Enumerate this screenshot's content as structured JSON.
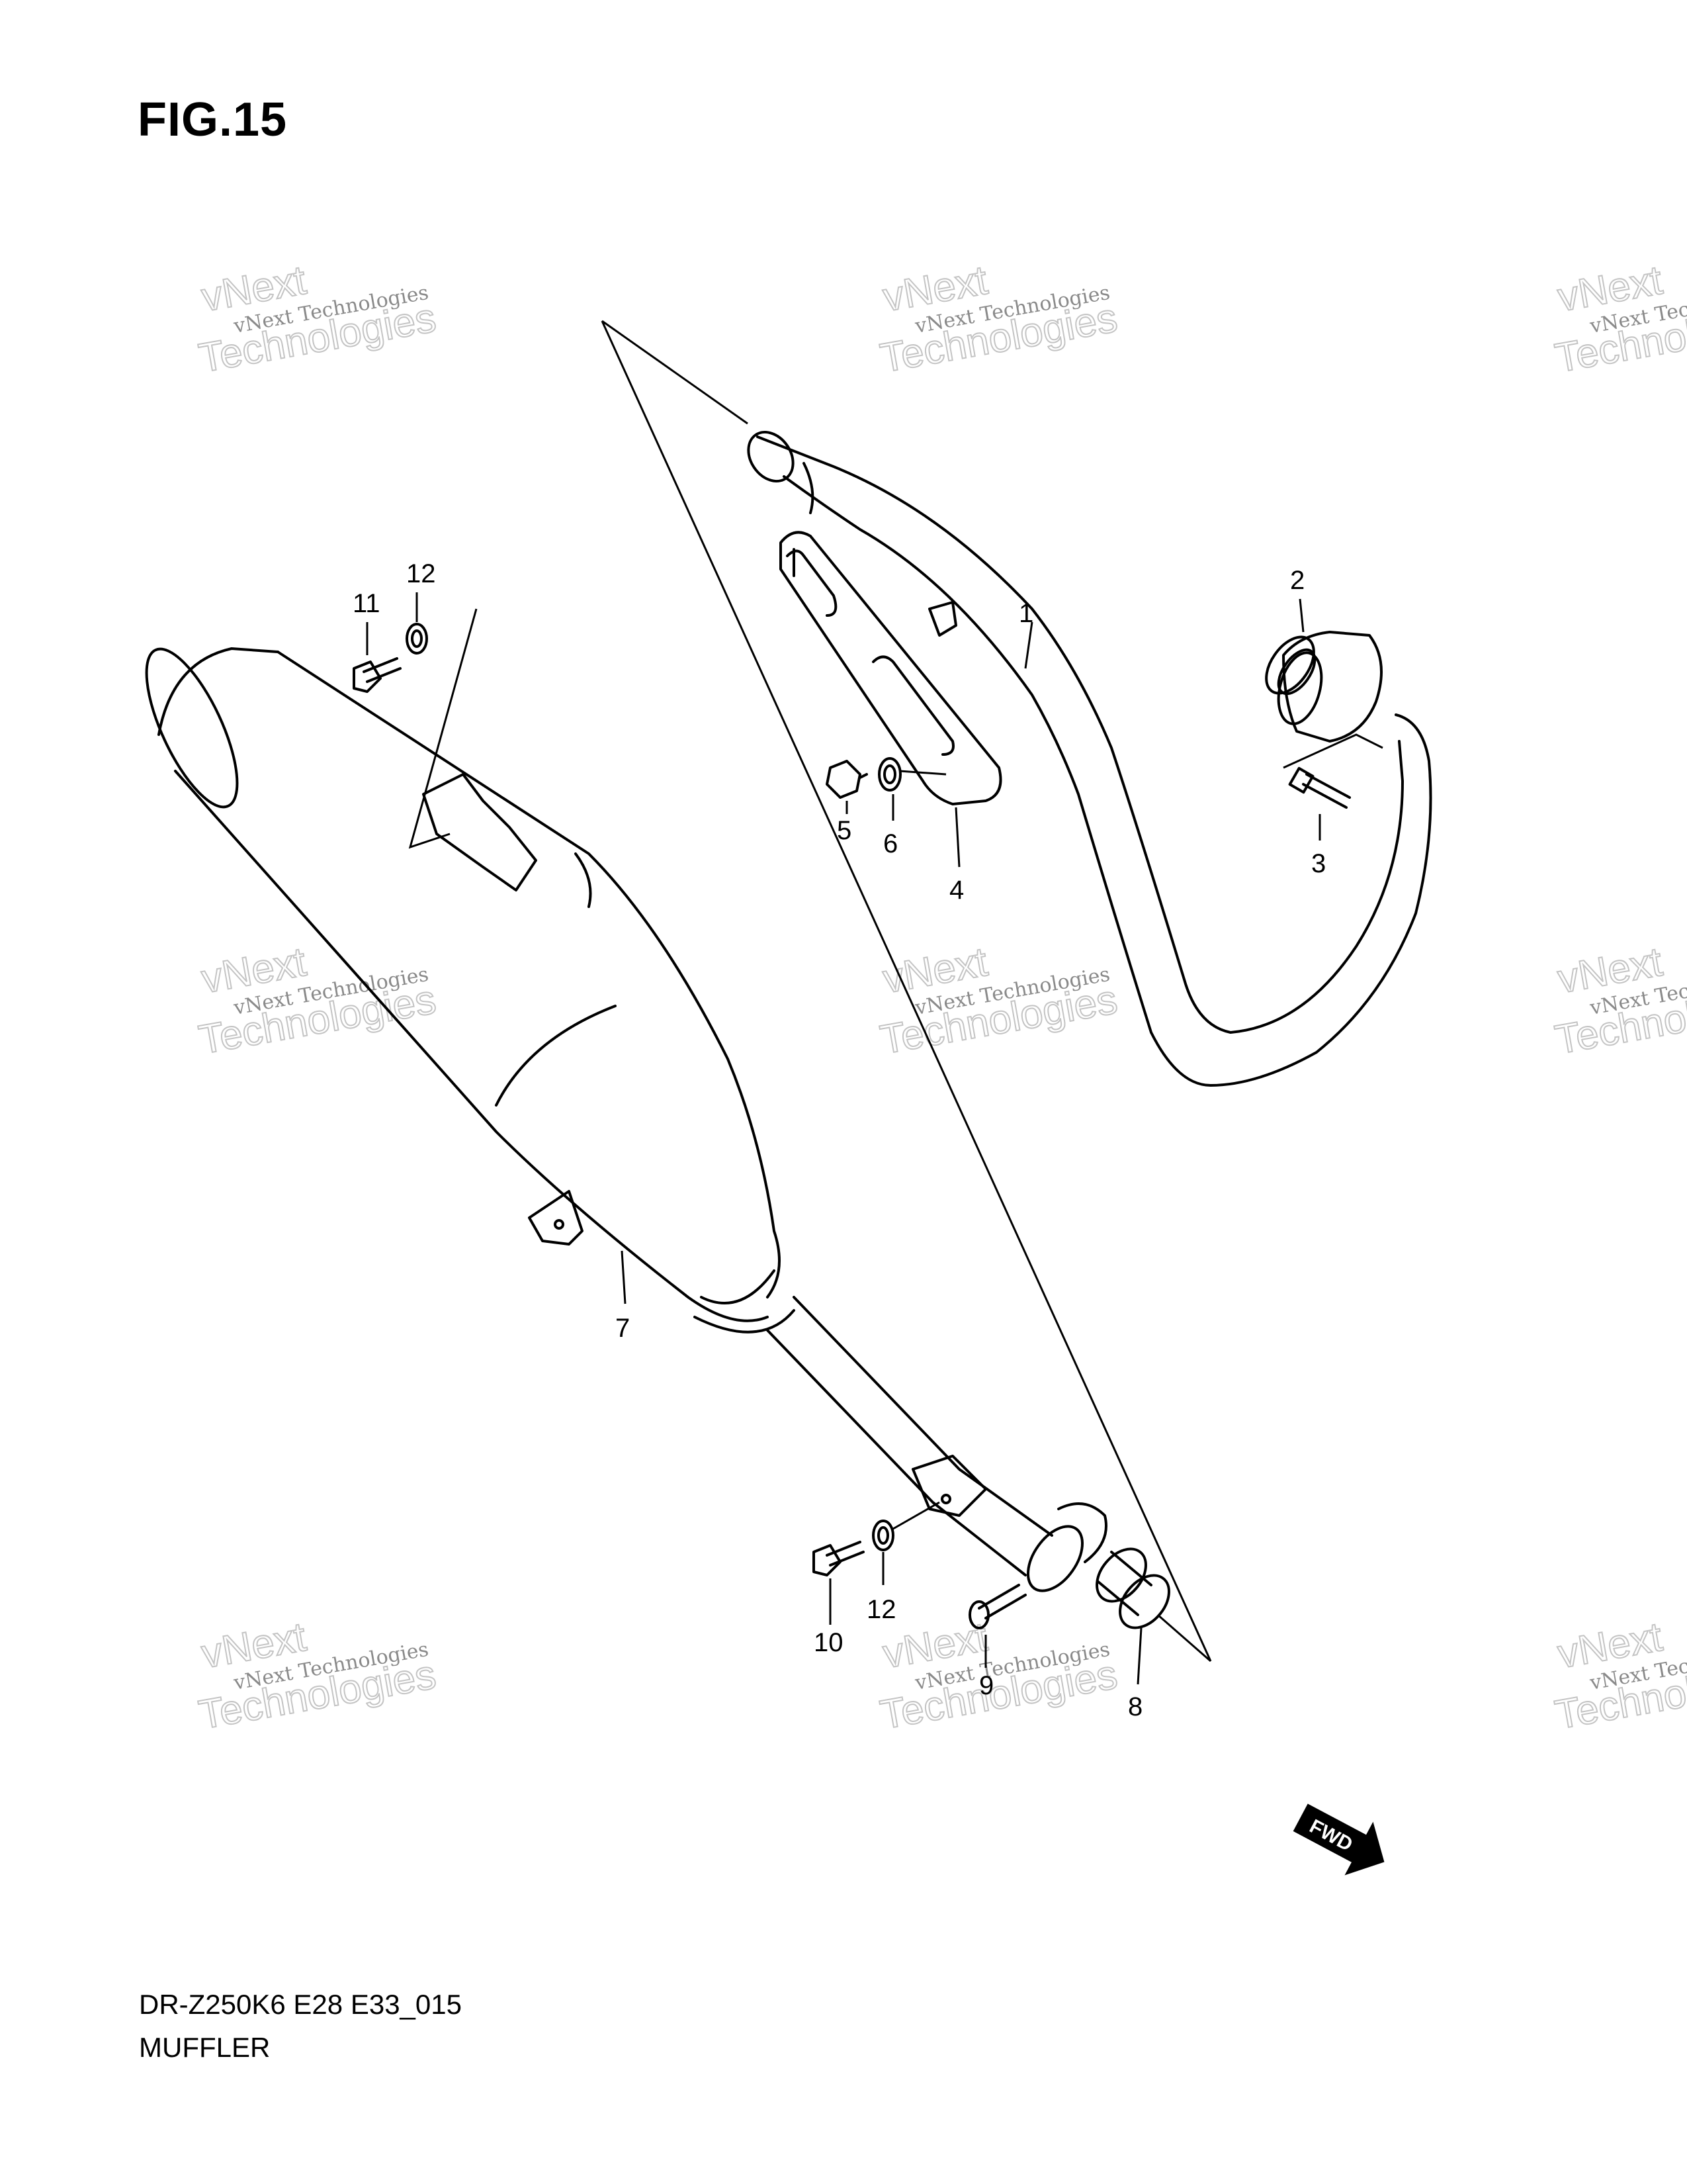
{
  "figure": {
    "title": "FIG.15"
  },
  "footer": {
    "code": "DR-Z250K6 E28 E33_015",
    "name": "MUFFLER"
  },
  "watermark": {
    "line1": "vNext Technologies",
    "line2": "vNext",
    "line3": "Technologies"
  },
  "fwd_arrow": {
    "label": "FWD"
  },
  "callouts": [
    "1",
    "2",
    "3",
    "4",
    "5",
    "6",
    "7",
    "8",
    "9",
    "10",
    "11",
    "12",
    "12"
  ]
}
